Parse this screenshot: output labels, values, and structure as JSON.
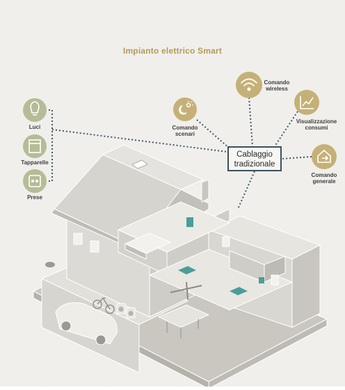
{
  "title": "Impianto elettrico Smart",
  "hub": {
    "line1": "Cablaggio",
    "line2": "tradizionale"
  },
  "left_devices": [
    {
      "label": "Luci",
      "icon": "lightbulb-icon"
    },
    {
      "label": "Tapparelle",
      "icon": "shutter-icon"
    },
    {
      "label": "Prese",
      "icon": "socket-icon"
    }
  ],
  "features": {
    "scenari": {
      "line1": "Comando",
      "line2": "scenari",
      "icon": "scene-icon"
    },
    "wireless": {
      "line1": "Comando",
      "line2": "wireless",
      "icon": "wifi-icon"
    },
    "consumi": {
      "line1": "Visualizzazione",
      "line2": "consumi",
      "icon": "chart-icon"
    },
    "generale": {
      "line1": "Comando",
      "line2": "generale",
      "icon": "home-arrow-icon"
    }
  },
  "colors": {
    "background": "#eeede9",
    "accent": "#c5b177",
    "accent_title": "#b69a55",
    "green_icon": "#b6bc96",
    "connector": "#3e5664",
    "house_light": "#e3e2dd",
    "house_mid": "#cfcdc6",
    "house_dark": "#b7b5ae",
    "teal_detail": "#4a9e9a"
  }
}
